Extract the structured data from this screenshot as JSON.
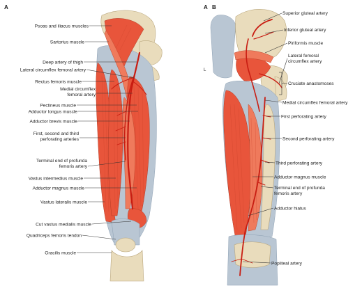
{
  "figure": {
    "panel_a_letter": "A",
    "panel_b_letters": [
      "A",
      "B"
    ],
    "panel_b_small_letter": "L"
  },
  "panel_a": {
    "labels": [
      "Psoas and iliacus muscles",
      "Sartorius muscle",
      "Deep artery of thigh",
      "Lateral circumflex femoral artery",
      "Rectus femoris muscle",
      "Medial circumflex",
      "femoral artery",
      "Pectineus muscle",
      "Adductor longus muscle",
      "Adductor brevis muscle",
      "First, second and third",
      "perforating arteries",
      "Terminal end of profunda",
      "femoris artery",
      "Vastus intermedius muscle",
      "Adductor magnus muscle",
      "Vastus lateralis muscle",
      "Cut vastus medialis muscle",
      "Quadriceps femoris tendon",
      "Gracilis muscle"
    ]
  },
  "panel_b": {
    "labels": [
      "Superior gluteal artery",
      "Inferior gluteal artery",
      "Piriformis muscle",
      "Lateral femoral",
      "circumflex artery",
      "Cruciate anastomoses",
      "Medial circumflex femoral artery",
      "First perforating artery",
      "Second perforating artery",
      "Third perforating artery",
      "Adductor magnus muscle",
      "Terminal end of profunda",
      "femoris artery",
      "Adductor hiatus",
      "Popliteal artery"
    ]
  },
  "colors": {
    "muscle": "#e8553b",
    "bone": "#e9dcbc",
    "fascia": "#b9c6d3",
    "artery": "#c81d12"
  }
}
